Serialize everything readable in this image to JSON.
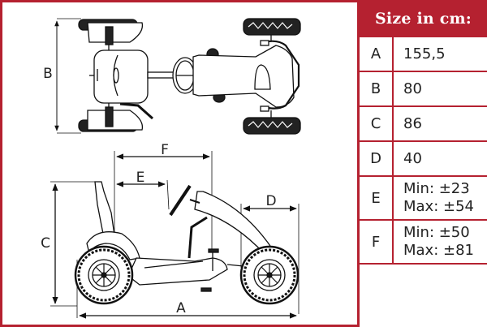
{
  "table": {
    "title": "Size in cm:",
    "rows": [
      {
        "letter": "A",
        "value": "155,5"
      },
      {
        "letter": "B",
        "value": "80"
      },
      {
        "letter": "C",
        "value": "86"
      },
      {
        "letter": "D",
        "value": "40"
      },
      {
        "letter": "E",
        "min": "Min: ±23",
        "max": "Max: ±54"
      },
      {
        "letter": "F",
        "min": "Min: ±50",
        "max": "Max: ±81"
      }
    ]
  },
  "diagram": {
    "labels": {
      "A": "A",
      "B": "B",
      "C": "C",
      "D": "D",
      "E": "E",
      "F": "F"
    },
    "accent_color": "#b52130"
  }
}
